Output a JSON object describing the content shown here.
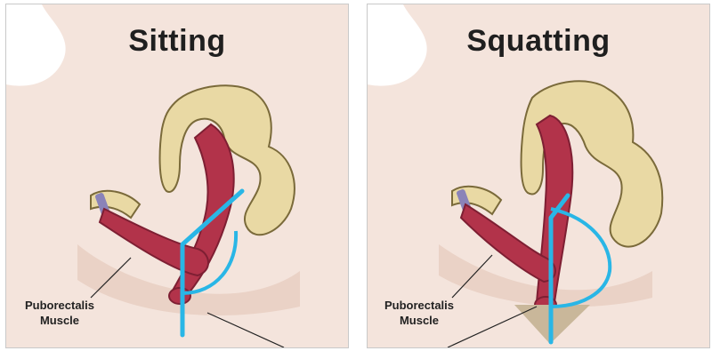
{
  "panels": [
    {
      "title": "Sitting",
      "label_line1": "Puborectalis",
      "label_line2": "Muscle"
    },
    {
      "title": "Squatting",
      "label_line1": "Puborectalis",
      "label_line2": "Muscle"
    }
  ],
  "colors": {
    "skin": "#f4e4dc",
    "skin_shadow": "#ead2c6",
    "bone": "#e9d9a4",
    "bone_outline": "#7a6a3a",
    "muscle": "#b2334a",
    "muscle_dark": "#7e1f33",
    "purple": "#8a83b8",
    "angle_line": "#29b6e6",
    "floor_wedge": "#c9b79a"
  }
}
